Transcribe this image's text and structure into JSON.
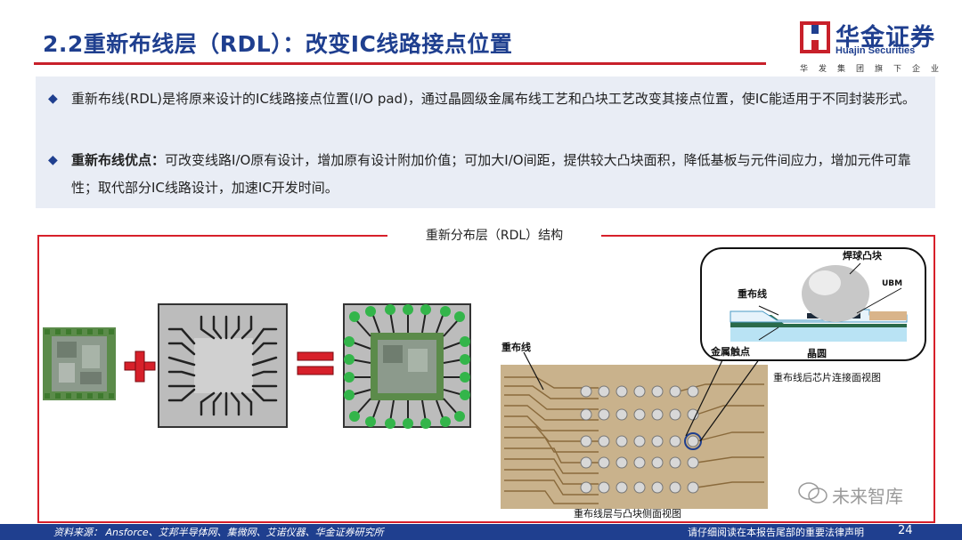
{
  "header": {
    "title": "2.2重新布线层（RDL）：改变IC线路接点位置",
    "logo_name": "华金证券",
    "logo_en": "Huajin Securities",
    "logo_slogan": "华发集团旗下企业"
  },
  "summary": {
    "bullet1": "重新布线(RDL)是将原来设计的IC线路接点位置(I/O pad)，通过晶圆级金属布线工艺和凸块工艺改变其接点位置，使IC能适用于不同封装形式。",
    "bullet2_bold": "重新布线优点：",
    "bullet2_text": "可改变线路I/O原有设计，增加原有设计附加价值；可加大I/O间距，提供较大凸块面积，降低基板与元件间应力，增加元件可靠性；取代部分IC线路设计，加速IC开发时间。"
  },
  "figure": {
    "title": "重新分布层（RDL）结构",
    "labels": {
      "solder_ball": "焊球凸块",
      "ubm": "UBM",
      "rdl": "重布线",
      "metal_contact": "金属触点",
      "wafer": "晶圆",
      "rdl_main": "重布线"
    },
    "caption_top": "重布线后芯片连接面视图",
    "caption_bottom": "重布线层与凸块侧面视图",
    "watermark": "未来智库"
  },
  "footer": {
    "source": "资料来源： Ansforce、艾邦半导体网、集微网、艾诺仪器、华金证券研究所",
    "disclaimer": "请仔细阅读在本报告尾部的重要法律声明",
    "page": "24"
  },
  "colors": {
    "brand_blue": "#1f3f8f",
    "accent_red": "#c8202a",
    "panel_bg": "#e9edf5"
  }
}
